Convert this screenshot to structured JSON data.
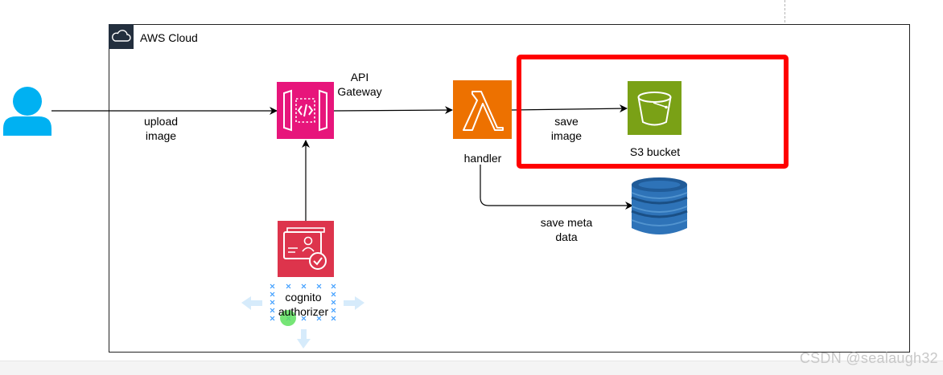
{
  "diagram": {
    "container_label": "AWS Cloud",
    "user_icon": "user-icon",
    "edges": {
      "user_to_gateway": "upload\nimage",
      "lambda_to_s3": "save\nimage",
      "lambda_to_dynamo": "save meta\ndata"
    },
    "nodes": {
      "api_gateway": {
        "label": "API\nGateway",
        "icon": "api-gateway-icon",
        "color": "#e7157b"
      },
      "lambda": {
        "label": "handler",
        "icon": "lambda-icon",
        "color": "#ed7100"
      },
      "s3": {
        "label": "S3 bucket",
        "icon": "s3-bucket-icon",
        "color": "#7aa116"
      },
      "dynamodb": {
        "icon": "dynamodb-icon",
        "color": "#2e73b8"
      },
      "cognito": {
        "label": "cognito\nauthorizer",
        "icon": "cognito-icon",
        "color": "#dd344c"
      }
    },
    "highlight_color": "#ff0000"
  },
  "watermark": "CSDN @sealaugh32"
}
